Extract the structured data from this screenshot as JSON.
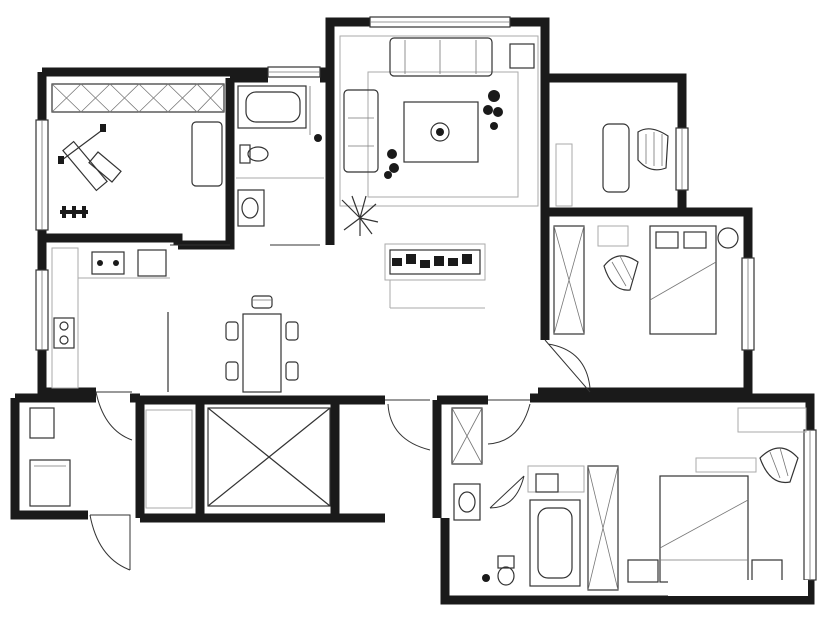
{
  "image": {
    "kind": "floor-plan",
    "background": "#ffffff",
    "line_color": "#1a1a1a"
  },
  "rooms": [
    {
      "id": "gym-room",
      "icon": "barbell-bench-icon"
    },
    {
      "id": "bathroom-1",
      "icon": "bathtub-icon"
    },
    {
      "id": "living-room",
      "icon": "sofa-icon"
    },
    {
      "id": "study",
      "icon": "desk-icon"
    },
    {
      "id": "bedroom-2",
      "icon": "bed-icon"
    },
    {
      "id": "kitchen-dining",
      "icon": "dining-table-icon"
    },
    {
      "id": "laundry",
      "icon": "washing-machine-icon"
    },
    {
      "id": "elevator-shaft",
      "icon": "elevator-icon"
    },
    {
      "id": "bathroom-2",
      "icon": "bathtub-icon"
    },
    {
      "id": "master-bedroom",
      "icon": "bed-icon"
    }
  ]
}
